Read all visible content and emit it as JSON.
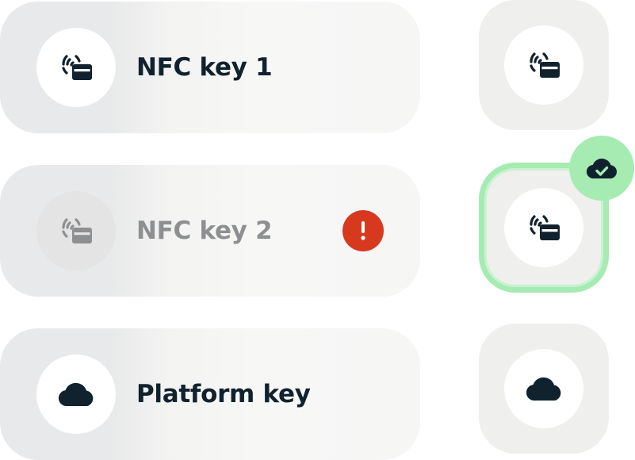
{
  "keys": [
    {
      "label": "NFC key 1",
      "icon": "nfc-card-icon",
      "status": "ok"
    },
    {
      "label": "NFC key 2",
      "icon": "nfc-card-icon",
      "status": "error"
    },
    {
      "label": "Platform key",
      "icon": "cloud-icon",
      "status": "ok"
    }
  ],
  "badges": {
    "error_glyph": "!",
    "sync_icon": "cloud-check-icon"
  },
  "colors": {
    "text": "#10222e",
    "text_disabled": "#8d8f91",
    "error": "#d7391e",
    "success": "#a6ebb2",
    "row_bg": "#e8e9ea",
    "tile_bg": "#efefed"
  }
}
